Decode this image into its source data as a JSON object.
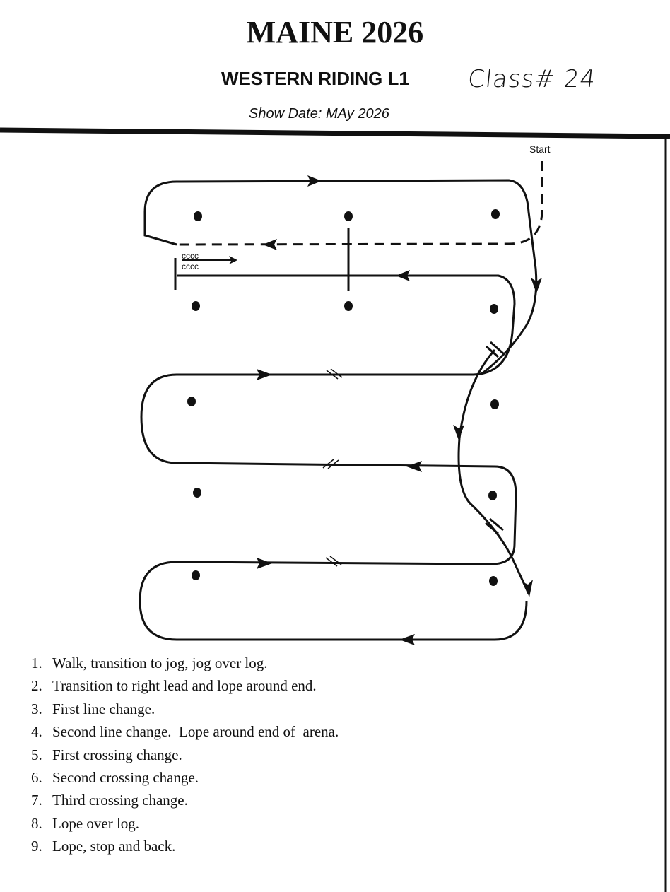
{
  "header": {
    "title": "MAINE 2026",
    "subtitle": "WESTERN RIDING L1",
    "class_number": "Class# 24",
    "show_date": "Show Date: MAy 2026"
  },
  "diagram": {
    "start_label": "Start"
  },
  "steps": [
    {
      "n": "1.",
      "text": "Walk, transition to jog, jog over log."
    },
    {
      "n": "2.",
      "text": "Transition to right lead and lope around end."
    },
    {
      "n": "3.",
      "text": "First line change."
    },
    {
      "n": "4.",
      "text": "Second line change.  Lope around end of  arena."
    },
    {
      "n": "5.",
      "text": "First crossing change."
    },
    {
      "n": "6.",
      "text": "Second crossing change."
    },
    {
      "n": "7.",
      "text": "Third crossing change."
    },
    {
      "n": "8.",
      "text": "Lope over log."
    },
    {
      "n": "9.",
      "text": "Lope, stop and back."
    }
  ]
}
